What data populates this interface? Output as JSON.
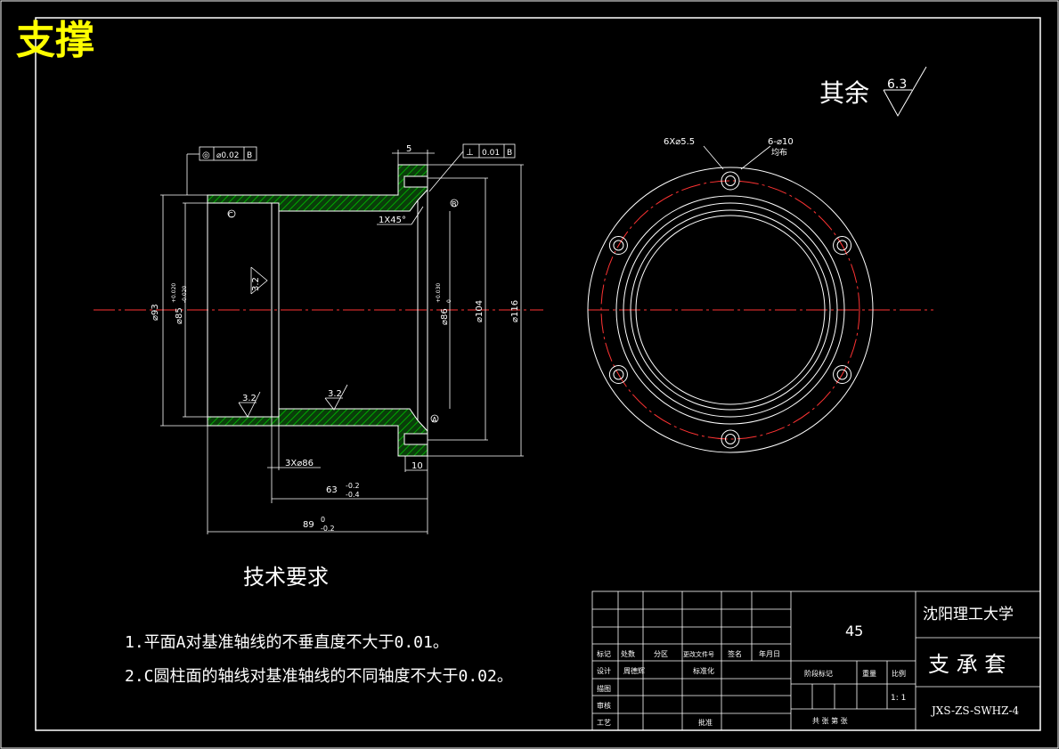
{
  "corner_title": "支撑",
  "roughness_note": {
    "label": "其余",
    "value": "6.3"
  },
  "geometric_tolerances": [
    {
      "symbol": "◎",
      "value": "⌀0.02",
      "datum": "B"
    },
    {
      "symbol": "⊥",
      "value": "0.01",
      "datum": "B"
    }
  ],
  "section_view": {
    "dimensions": {
      "flange_width": "5",
      "chamfer": "1X45°",
      "d93": "⌀93",
      "d85": "⌀85",
      "d85_tol_upper": "+0.020",
      "d85_tol_lower": "-0.020",
      "d86_left": "⌀86",
      "d86_tol_upper": "+0.030",
      "d86_tol_lower": "0",
      "d104": "⌀104",
      "d116": "⌀116",
      "rough_bore": "3.2",
      "rough_bottom_left": "3.2",
      "rough_bottom_mid": "3.2",
      "groove": "3X⌀86",
      "len_63": "63",
      "len_63_tol_upper": "-0.2",
      "len_63_tol_lower": "-0.4",
      "len_89": "89",
      "len_89_tol_upper": "0",
      "len_89_tol_lower": "-0.2",
      "flange_thk": "10",
      "datum_a": "A",
      "datum_c": "C",
      "datum_b": "B"
    }
  },
  "end_view": {
    "holes_label": "6X⌀5.5",
    "counterbore_label": "6-⌀10",
    "counterbore_note": "均布"
  },
  "tech_requirements": {
    "heading": "技术要求",
    "items": [
      "1.平面A对基准轴线的不垂直度不大于0.01。",
      "2.C圆柱面的轴线对基准轴线的不同轴度不大于0.02。"
    ]
  },
  "title_block": {
    "material": "45",
    "university": "沈阳理工大学",
    "part_name": "支 承 套",
    "drawing_no": "JXS-ZS-SWHZ-4",
    "scale": "1: 1",
    "labels": {
      "mark": "标记",
      "count": "处数",
      "zone": "分区",
      "change_doc": "更改文件号",
      "sign": "签名",
      "date": "年月日",
      "design": "设计",
      "designer": "周德辉",
      "standardize": "标准化",
      "draw": "描图",
      "review": "审核",
      "process": "工艺",
      "approve": "批准",
      "stage_mark": "阶段标记",
      "weight": "重量",
      "scale_label": "比例",
      "total_sheets": "共  张  第  张"
    }
  },
  "colors": {
    "title_yellow": "#ffff00",
    "centerline_red": "#ff0000",
    "hatch_green": "#00aa00",
    "line_white": "#ffffff",
    "background": "#000000"
  }
}
